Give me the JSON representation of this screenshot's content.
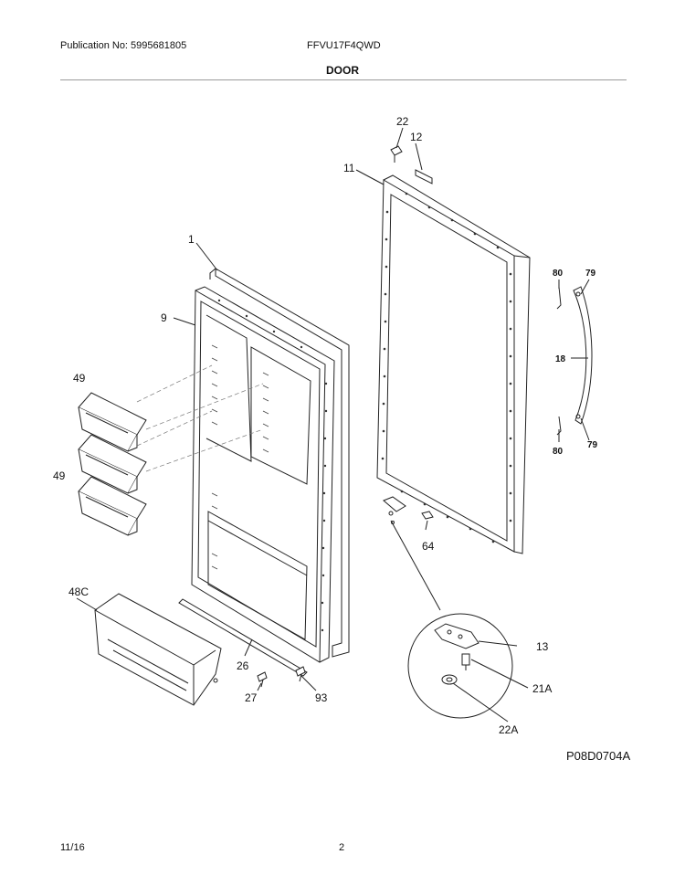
{
  "header": {
    "publication": "Publication No: 5995681805",
    "model": "FFVU17F4QWD",
    "section": "DOOR"
  },
  "figure": {
    "code": "P08D0704A",
    "callouts": [
      "22",
      "12",
      "11",
      "1",
      "9",
      "80",
      "79",
      "18",
      "80",
      "79",
      "49",
      "49",
      "64",
      "48C",
      "13",
      "26",
      "21A",
      "27",
      "93",
      "22A"
    ]
  },
  "footer": {
    "date": "11/16",
    "page": "2"
  }
}
